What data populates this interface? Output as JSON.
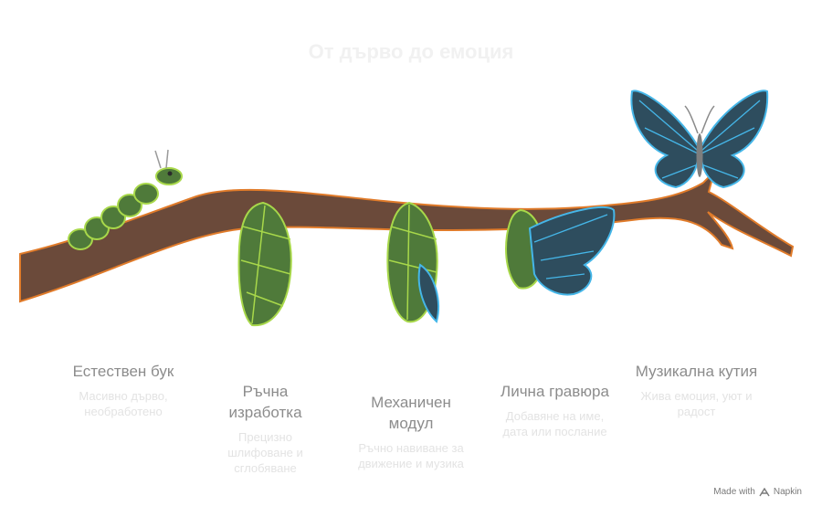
{
  "title": "От дърво до емоция",
  "stages": [
    {
      "heading": "Естествен бук",
      "description": "Масивно дърво, необработено"
    },
    {
      "heading": "Ръчна изработка",
      "description": "Прецизно шлифоване и сглобяване"
    },
    {
      "heading": "Механичен модул",
      "description": "Ръчно навиване за движение и музика"
    },
    {
      "heading": "Лична гравюра",
      "description": "Добавяне на име, дата или послание"
    },
    {
      "heading": "Музикална кутия",
      "description": "Жива емоция, уют и радост"
    }
  ],
  "footer": {
    "made_with": "Made with",
    "brand": "Napkin"
  },
  "colors": {
    "branch": "#6b4a3a",
    "branch_outline": "#e07b2a",
    "green": "#4f7a3a",
    "green_line": "#a8d84a",
    "blue": "#2e4d5e",
    "blue_line": "#45b6e8"
  }
}
